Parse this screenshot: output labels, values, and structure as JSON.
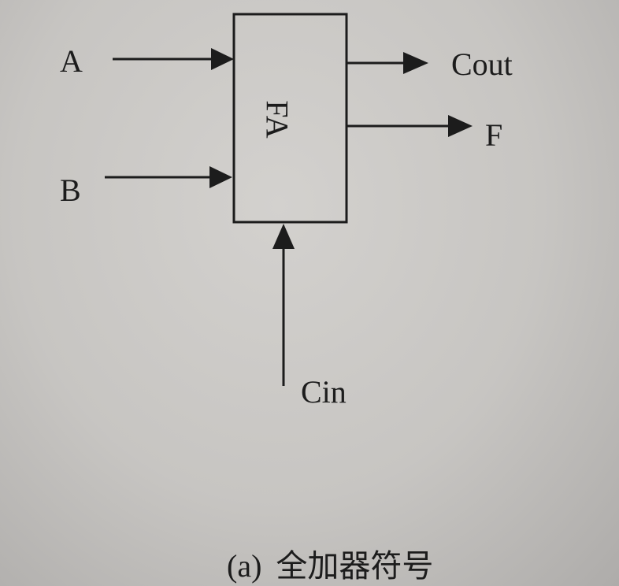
{
  "block": {
    "label": "FA"
  },
  "inputs": {
    "a": "A",
    "b": "B",
    "cin": "Cin"
  },
  "outputs": {
    "cout": "Cout",
    "f": "F"
  },
  "caption": {
    "tag": "(a)",
    "text": "全加器符号"
  }
}
